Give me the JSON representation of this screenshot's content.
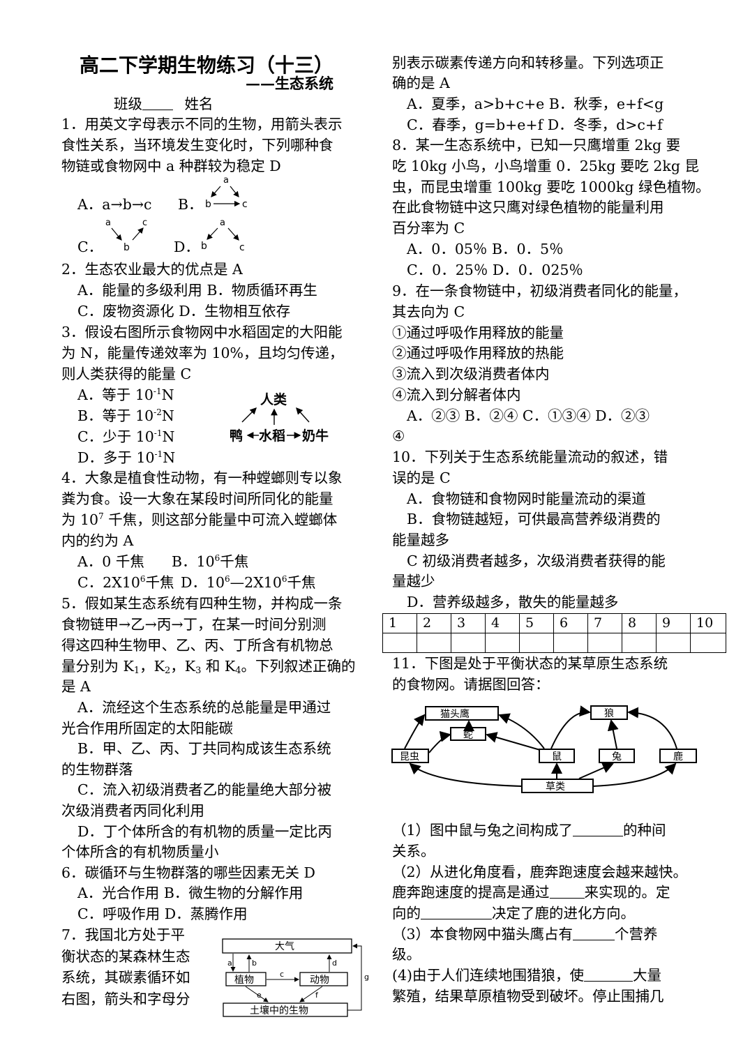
{
  "header": {
    "title": "高二下学期生物练习（十三）",
    "subtitle": "——生态系统",
    "class_label": "班级",
    "name_label": "姓名"
  },
  "q1": {
    "l1": "1．用英文字母表示不同的生物，用箭头表示",
    "l2": "食性关系，当环境发生变化时，下列哪种食",
    "l3": "物链或食物网中 a 种群较为稳定 D",
    "optA": "A．a→b→c",
    "optB": "B．",
    "optC": "C．",
    "optD": "D．",
    "diagram_letters": {
      "a": "a",
      "b": "b",
      "c": "c"
    }
  },
  "q2": {
    "l1": "2．生态农业最大的优点是 A",
    "l2": "A．能量的多级利用 B．物质循环再生",
    "l3": "C．废物资源化    D．生物相互依存"
  },
  "q3": {
    "l1": "3．假设右图所示食物网中水稻固定的大阳能",
    "l2": "为 N，能量传递效率为 10%，且均匀传递，",
    "l3": "则人类获得的能量 C",
    "optA_pre": "A．等于 10",
    "optA_exp": "-1",
    "optA_post": "N",
    "optB_pre": "B．等于 10",
    "optB_exp": "-2",
    "optB_post": "N",
    "optC_pre": "C．少于 10",
    "optC_exp": "-1",
    "optC_post": "N",
    "optD_pre": "D．多于 10",
    "optD_exp": "-1",
    "optD_post": "N",
    "diagram": {
      "human": "人类",
      "duck": "鸭",
      "rice": "水稻",
      "cow": "奶牛"
    }
  },
  "q4": {
    "l1": "4．大象是植食性动物，有一种螳螂则专以象",
    "l2": "粪为食。设一大象在某段时间所同化的能量",
    "l3_pre": "为 10",
    "l3_exp": "7",
    "l3_post": " 千焦，则这部分能量中可流入螳螂体",
    "l4": "内的约为 A",
    "optA": "A．0 千焦",
    "optB_pre": "B．10",
    "optB_exp": "6",
    "optB_post": "千焦",
    "optC_pre": "C．2X10",
    "optC_exp": "6",
    "optC_post": "千焦",
    "optD_pre": "D．10",
    "optD_exp": "6",
    "optD_mid": "—2X10",
    "optD_exp2": "6",
    "optD_post": "千焦"
  },
  "q5": {
    "l1": "5．假如某生态系统有四种生物，并构成一条",
    "l2": "食物链甲→乙→丙→丁，在某一时间分别测",
    "l3": "得这四种生物甲、乙、丙、丁所含有机物总",
    "l4_pre": "量分别为 K",
    "k1": "1",
    "k2_pre": "，K",
    "k2": "2",
    "k3_pre": "，K",
    "k3": "3",
    "k4_pre": " 和 K",
    "k4": "4",
    "l4_post": "。下列叙述正确的",
    "l5": "是 A",
    "optA1": "A．流经这个生态系统的总能量是甲通过",
    "optA2": "光合作用所固定的太阳能碳",
    "optB1": "B．甲、乙、丙、丁共同构成该生态系统",
    "optB2": "的生物群落",
    "optC1": "C．流入初级消费者乙的能量绝大部分被",
    "optC2": "次级消费者丙同化利用",
    "optD1": "D．丁个体所含的有机物的质量一定比丙",
    "optD2": "个体所含的有机物质量小"
  },
  "q6": {
    "l1": "6．碳循环与生物群落的哪些因素无关 D",
    "l2": "A．光合作用 B．微生物的分解作用",
    "l3": "C．呼吸作用 D．蒸腾作用"
  },
  "q7": {
    "l1": "7．我国北方处于平",
    "l2": "衡状态的某森林生态",
    "l3": "系统，其碳素循环如",
    "l4": "右图，箭头和字母分",
    "l5": "别表示碳素传递方向和转移量。下列选项正",
    "l6": "确的是 A",
    "opt1": "A．夏季，a>b+c+e  B．秋季，e+f<g",
    "opt2": "C．春季，g=b+e+f  D．冬季，d>c+f",
    "diagram": {
      "atmosphere": "大气",
      "plant": "植物",
      "animal": "动物",
      "soil": "土壤中的生物",
      "a": "a",
      "b": "b",
      "c": "c",
      "d": "d",
      "e": "e",
      "f": "f",
      "g": "g"
    }
  },
  "q8": {
    "l1": "8．某一生态系统中，已知一只鹰增重 2kg 要",
    "l2": "吃 10kg 小鸟，小鸟增重 0．25kg 要吃 2kg 昆",
    "l3": "虫，而昆虫增重 100kg 要吃 1000kg 绿色植物。",
    "l4": "在此食物链中这只鹰对绿色植物的能量利用",
    "l5": "百分率为 C",
    "opt1": "A．0．05％ B．0．5％",
    "opt2": "C．0．25％   D．0．025％"
  },
  "q9": {
    "l1": "9．在一条食物链中，初级消费者同化的能量，",
    "l2": "其去向为 C",
    "i1": "①通过呼吸作用释放的能量",
    "i2": "②通过呼吸作用释放的热能",
    "i3": "③流入到次级消费者体内",
    "i4": "④流入到分解者体内",
    "opt1": "A．②③ B．②④  C．①③④ D．②③",
    "opt2": "④"
  },
  "q10": {
    "l1": "10．下列关于生态系统能量流动的叙述，错",
    "l2": "误的是 C",
    "optA": "A．食物链和食物网时能量流动的渠道",
    "optB1": "B．食物链越短，可供最高营养级消费的",
    "optB2": "能量越多",
    "optC1": "C 初级消费者越多，次级消费者获得的能",
    "optC2": "量越少",
    "optD": "D．营养级越多，散失的能量越多"
  },
  "answer_table": {
    "headers": [
      "1",
      "2",
      "3",
      "4",
      "5",
      "6",
      "7",
      "8",
      "9",
      "10"
    ]
  },
  "q11": {
    "l1": "11．下图是处于平衡状态的某草原生态系统",
    "l2": "的食物网。请据图回答：",
    "diagram": {
      "owl": "猫头鹰",
      "wolf": "狼",
      "snake": "蛇",
      "insect": "昆虫",
      "mouse": "鼠",
      "rabbit": "兔",
      "deer": "鹿",
      "grass": "草类"
    },
    "s1_pre": "（1）图中鼠与兔之间构成了",
    "s1_post": "的种间",
    "s1_l2": "关系。",
    "s2_l1": "（2）从进化角度看，鹿奔跑速度会越来越快。",
    "s2_pre": "鹿奔跑速度的提高是通过",
    "s2_post": "来实现的。定",
    "s2_l3_pre": "向的",
    "s2_l3_post": "决定了鹿的进化方向。",
    "s3_pre": "（3）本食物网中猫头鹰占有",
    "s3_post": "个营养",
    "s3_l2": "级。",
    "s4_pre": "(4)由于人们连续地围猎狼，使",
    "s4_post": "大量",
    "s4_l2": "繁殖，结果草原植物受到破坏。停止围捕几"
  }
}
